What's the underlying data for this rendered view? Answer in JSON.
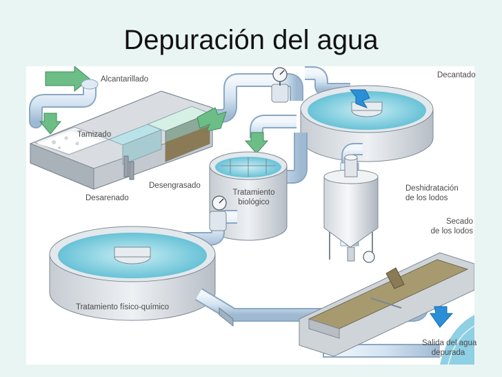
{
  "title": "Depuración del agua",
  "labels": {
    "alcantarillado": "Alcantarillado",
    "tamizado": "Tamizado",
    "desarenado": "Desarenado",
    "desengrasado": "Desengrasado",
    "tratamiento_biologico_1": "Tratamiento",
    "tratamiento_biologico_2": "biológico",
    "decantado": "Decantado",
    "deshidratacion_1": "Deshidratación",
    "deshidratacion_2": "de los lodos",
    "secado_1": "Secado",
    "secado_2": "de los lodos",
    "fisico_quimico": "Tratamiento físico-químico",
    "salida_1": "Salida del agua",
    "salida_2": "depurada"
  },
  "colors": {
    "background": "#e9f5f2",
    "pipe": "#d6e6f3",
    "pipe_edge": "#8aa7c2",
    "water": "#6cc7db",
    "flow_arrow": "#2a8fd6",
    "inflow_arrow": "#6dbd86",
    "sludge": "#8a7a55"
  }
}
